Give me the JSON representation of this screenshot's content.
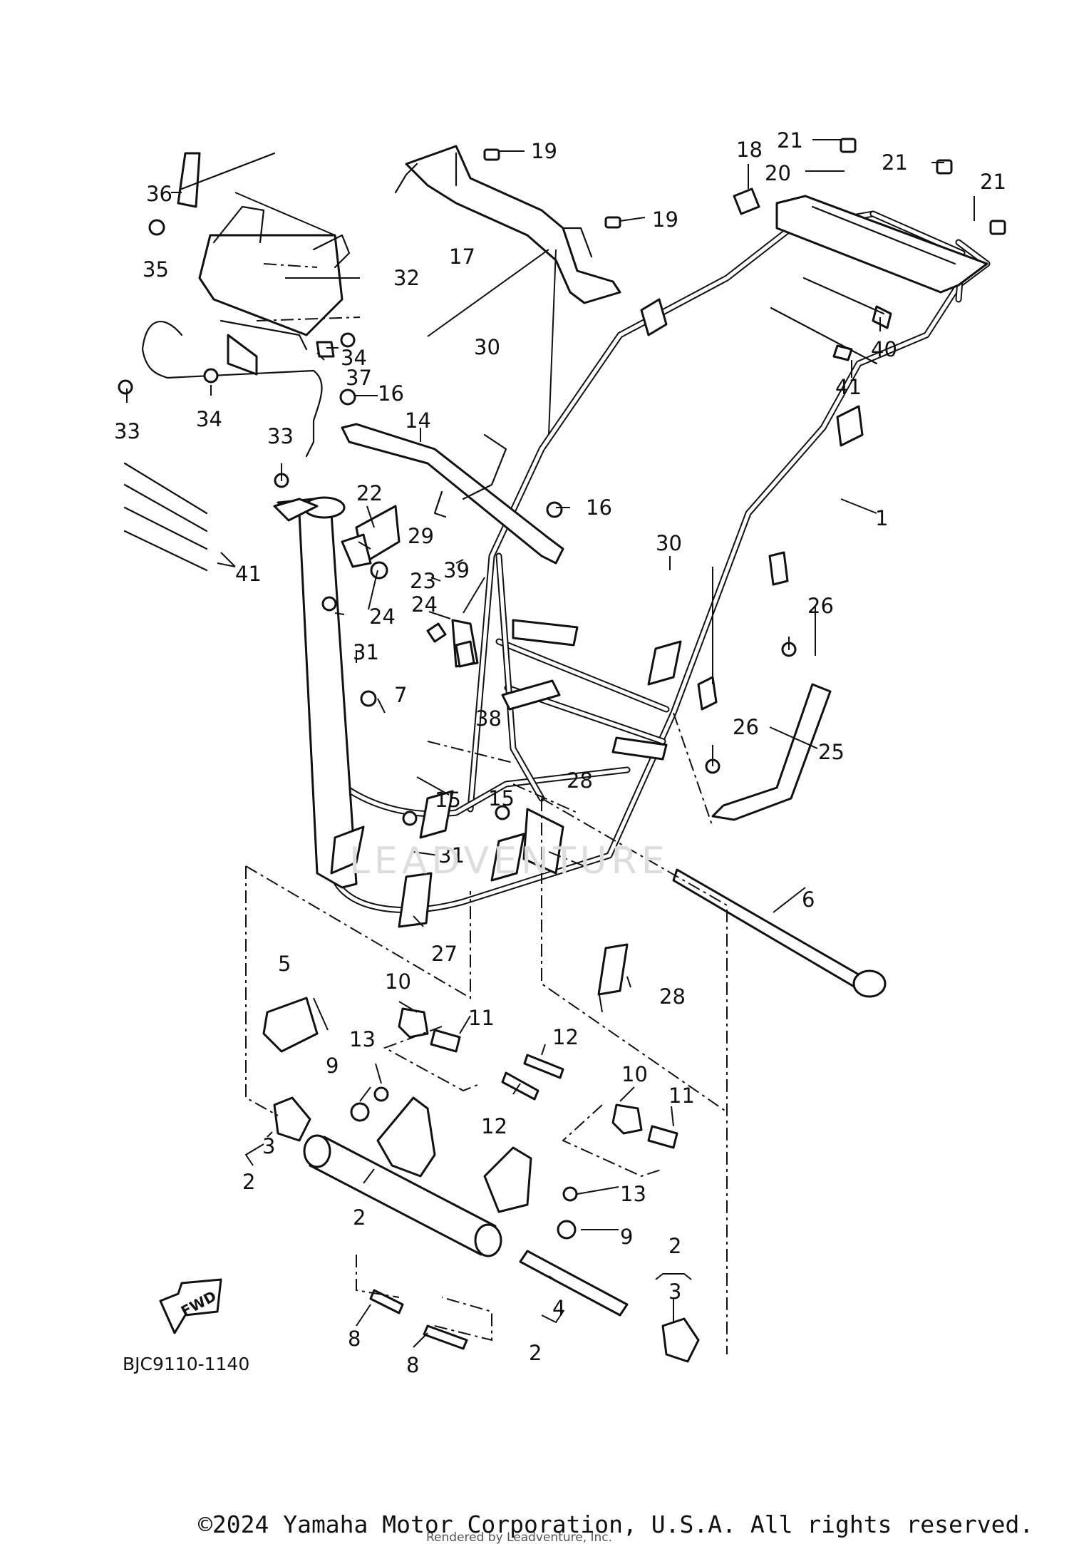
{
  "diagram": {
    "part_code": "BJC9110-1140",
    "fwd_label": "FWD",
    "watermark": "LEADVENTURE",
    "copyright": "©2024 Yamaha Motor Corporation, U.S.A. All rights reserved.",
    "rendered_by": "Rendered by Leadventure, Inc.",
    "callouts": {
      "c1": "1",
      "c2a": "2",
      "c2b": "2",
      "c2c": "2",
      "c2d": "2",
      "c3a": "3",
      "c3b": "3",
      "c4": "4",
      "c5": "5",
      "c6": "6",
      "c7": "7",
      "c8a": "8",
      "c8b": "8",
      "c9a": "9",
      "c9b": "9",
      "c10a": "10",
      "c10b": "10",
      "c11a": "11",
      "c11b": "11",
      "c12a": "12",
      "c12b": "12",
      "c13a": "13",
      "c13b": "13",
      "c14": "14",
      "c15a": "15",
      "c15b": "15",
      "c16a": "16",
      "c16b": "16",
      "c17": "17",
      "c18": "18",
      "c19a": "19",
      "c19b": "19",
      "c20": "20",
      "c21a": "21",
      "c21b": "21",
      "c21c": "21",
      "c22": "22",
      "c23": "23",
      "c24a": "24",
      "c24b": "24",
      "c25": "25",
      "c26a": "26",
      "c26b": "26",
      "c27": "27",
      "c28a": "28",
      "c28b": "28",
      "c29": "29",
      "c30a": "30",
      "c30b": "30",
      "c31a": "31",
      "c31b": "31",
      "c32": "32",
      "c33a": "33",
      "c33b": "33",
      "c34a": "34",
      "c34b": "34",
      "c35": "35",
      "c36": "36",
      "c37": "37",
      "c38": "38",
      "c39": "39",
      "c40": "40",
      "c41a": "41",
      "c41b": "41"
    }
  }
}
